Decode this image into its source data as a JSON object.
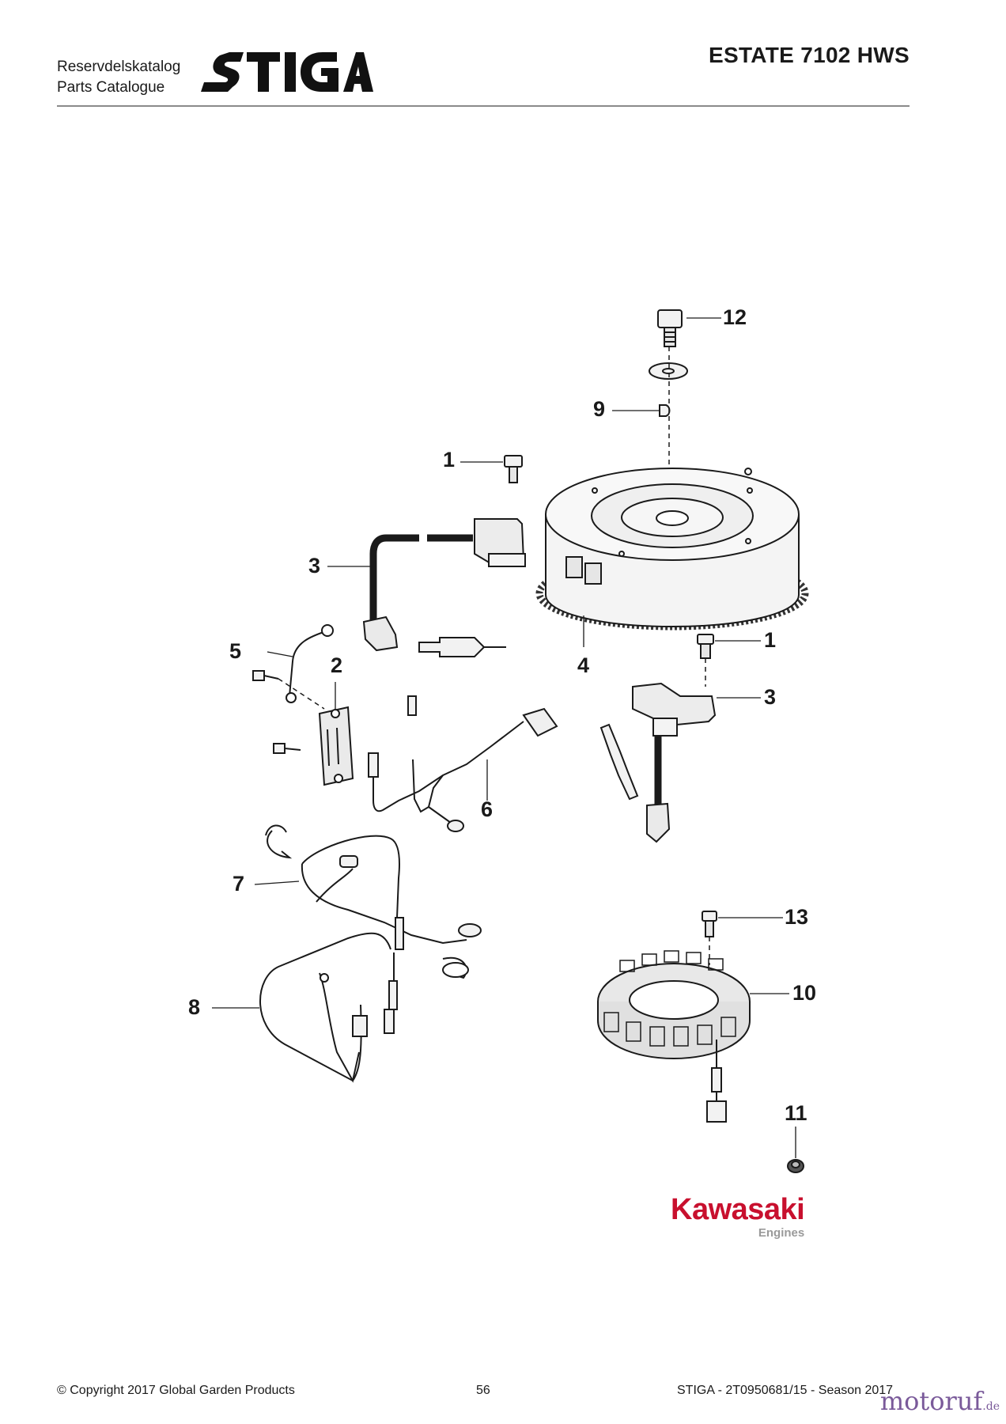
{
  "header": {
    "catalog_sv": "Reservdelskatalog",
    "catalog_en": "Parts Catalogue",
    "brand_logo": "STIGA",
    "model": "ESTATE 7102 HWS"
  },
  "diagram": {
    "callouts": [
      "12",
      "9",
      "1",
      "3",
      "4",
      "1",
      "3",
      "5",
      "2",
      "6",
      "7",
      "13",
      "10",
      "8",
      "11"
    ]
  },
  "engine_brand": {
    "name": "Kawasaki",
    "sub": "Engines",
    "color": "#c8102e"
  },
  "footer": {
    "copyright": "© Copyright 2017 Global Garden Products",
    "page": "56",
    "reference": "STIGA - 2T0950681/15 - Season 2017"
  },
  "watermark": {
    "name": "motoruf",
    "suffix": ".de"
  }
}
